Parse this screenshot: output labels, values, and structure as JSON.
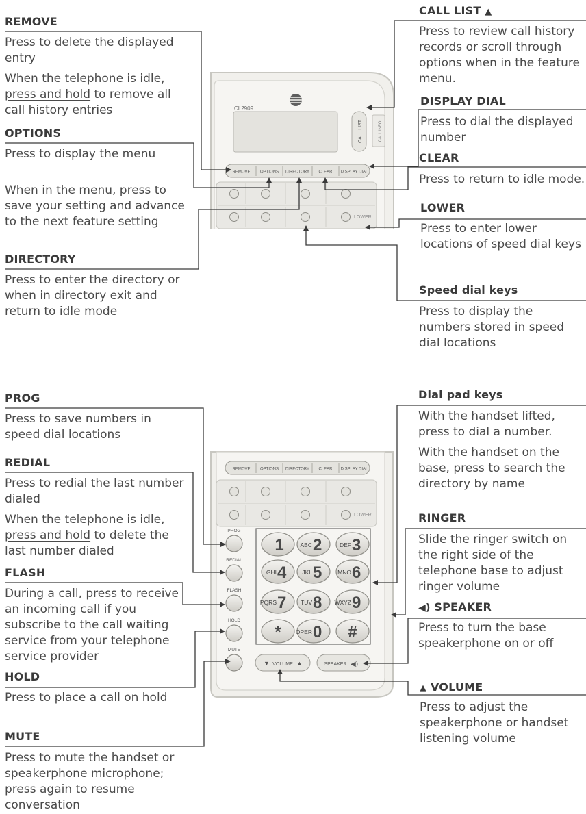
{
  "left_top": {
    "remove": {
      "heading": "REMOVE",
      "text1": "Press to delete the displayed entry",
      "text2_pre": "When the telephone is idle, ",
      "text2_ul": "press and hold",
      "text2_post": " to remove all call history entries"
    },
    "options": {
      "heading": "OPTIONS",
      "text1": "Press to display the menu",
      "text2": "When in the menu, press to save your setting and advance to the next feature setting"
    },
    "directory": {
      "heading": "DIRECTORY",
      "text": "Press to enter the directory or when in directory exit and return to idle mode"
    }
  },
  "right_top": {
    "call_list": {
      "heading": "CALL LIST",
      "text": "Press to review call history records  or scroll through options when in the feature menu."
    },
    "display_dial": {
      "heading": "DISPLAY DIAL",
      "text": "Press to dial the displayed number"
    },
    "clear": {
      "heading": "CLEAR",
      "text": "Press to return to idle mode."
    },
    "lower": {
      "heading": "LOWER",
      "text": "Press to enter lower locations of speed dial keys"
    },
    "speed_dial": {
      "heading": "Speed dial keys",
      "text": "Press to display the numbers stored in speed dial locations"
    }
  },
  "left_bottom": {
    "prog": {
      "heading": "PROG",
      "text": "Press to save numbers in speed dial locations"
    },
    "redial": {
      "heading": "REDIAL",
      "text1": "Press to redial the last number dialed",
      "text2_pre": "When the telephone is idle, ",
      "text2_ul": "press and hold",
      "text2_post": " to delete the ",
      "text2_ul2": "last number dialed"
    },
    "flash": {
      "heading": "FLASH",
      "text": "During a call, press to receive an incoming call if you subscribe to the call waiting service from your telephone service provider"
    },
    "hold": {
      "heading": "HOLD",
      "text": "Press to place a call on hold"
    },
    "mute": {
      "heading": "MUTE",
      "text": "Press to mute the handset or speakerphone microphone; press again to resume conversation"
    }
  },
  "right_bottom": {
    "dial_pad": {
      "heading": "Dial pad keys",
      "text1": "With the handset lifted, press to dial a number.",
      "text2": "With the handset on the base, press to search the directory by name"
    },
    "ringer": {
      "heading": "RINGER",
      "text": "Slide the ringer switch on the right side of the telephone base to adjust ringer volume"
    },
    "speaker": {
      "heading": "SPEAKER",
      "text": "Press to turn the base speakerphone on or off"
    },
    "volume": {
      "heading": "VOLUME",
      "text": "Press to adjust the speakerphone or handset listening volume"
    }
  },
  "device_top": {
    "brand_icon": "att-globe-icon",
    "model": "CL2909",
    "call_list_label": "CALL LIST",
    "call_info_label": "CALL INFO",
    "buttons": [
      "REMOVE",
      "OPTIONS",
      "DIRECTORY",
      "CLEAR",
      "DISPLAY DIAL"
    ],
    "lower_label": "LOWER"
  },
  "device_bottom": {
    "buttons": [
      "REMOVE",
      "OPTIONS",
      "DIRECTORY",
      "CLEAR",
      "DISPLAY DIAL"
    ],
    "lower_label": "LOWER",
    "side_labels": [
      "PROG",
      "REDIAL",
      "FLASH",
      "HOLD",
      "MUTE"
    ],
    "keys": [
      {
        "letters": "",
        "digit": "1"
      },
      {
        "letters": "ABC",
        "digit": "2"
      },
      {
        "letters": "DEF",
        "digit": "3"
      },
      {
        "letters": "GHI",
        "digit": "4"
      },
      {
        "letters": "JKL",
        "digit": "5"
      },
      {
        "letters": "MNO",
        "digit": "6"
      },
      {
        "letters": "PQRS",
        "digit": "7"
      },
      {
        "letters": "TUV",
        "digit": "8"
      },
      {
        "letters": "WXYZ",
        "digit": "9"
      },
      {
        "letters": "",
        "digit": "*"
      },
      {
        "letters": "OPER",
        "digit": "0"
      },
      {
        "letters": "",
        "digit": "#"
      }
    ],
    "volume_label": "VOLUME",
    "speaker_label": "SPEAKER"
  },
  "colors": {
    "text": "#4a4a4a",
    "heading": "#3a3a3a",
    "device_face": "#f3f2ee",
    "device_edge": "#c9c8c2",
    "button": "#e2e1dc"
  }
}
